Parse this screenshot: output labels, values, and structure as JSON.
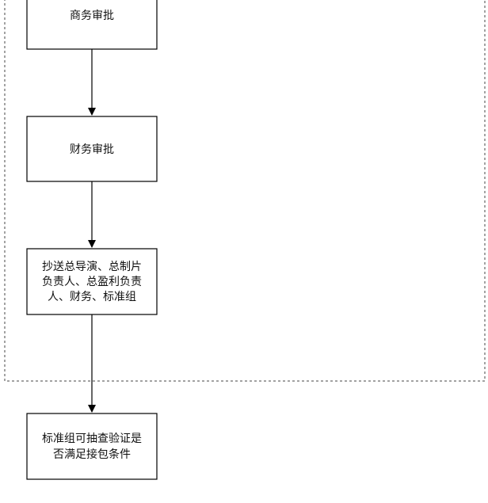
{
  "nodes": [
    {
      "id": "commerce",
      "lines": [
        "商务审批"
      ]
    },
    {
      "id": "finance",
      "lines": [
        "财务审批"
      ]
    },
    {
      "id": "cc",
      "lines": [
        "抄送总导演、总制片",
        "负责人、总盈利负责",
        "人、财务、标准组"
      ]
    },
    {
      "id": "spot-check",
      "lines": [
        "标准组可抽查验证是",
        "否满足接包条件"
      ]
    }
  ],
  "edges": [
    {
      "from": "commerce",
      "to": "finance"
    },
    {
      "from": "finance",
      "to": "cc"
    },
    {
      "from": "cc",
      "to": "spot-check"
    }
  ],
  "colors": {
    "stroke": "#000000",
    "box_fill": "#ffffff",
    "text": "#111111",
    "group_border": "#444444"
  },
  "group": {
    "style": "dashed"
  }
}
